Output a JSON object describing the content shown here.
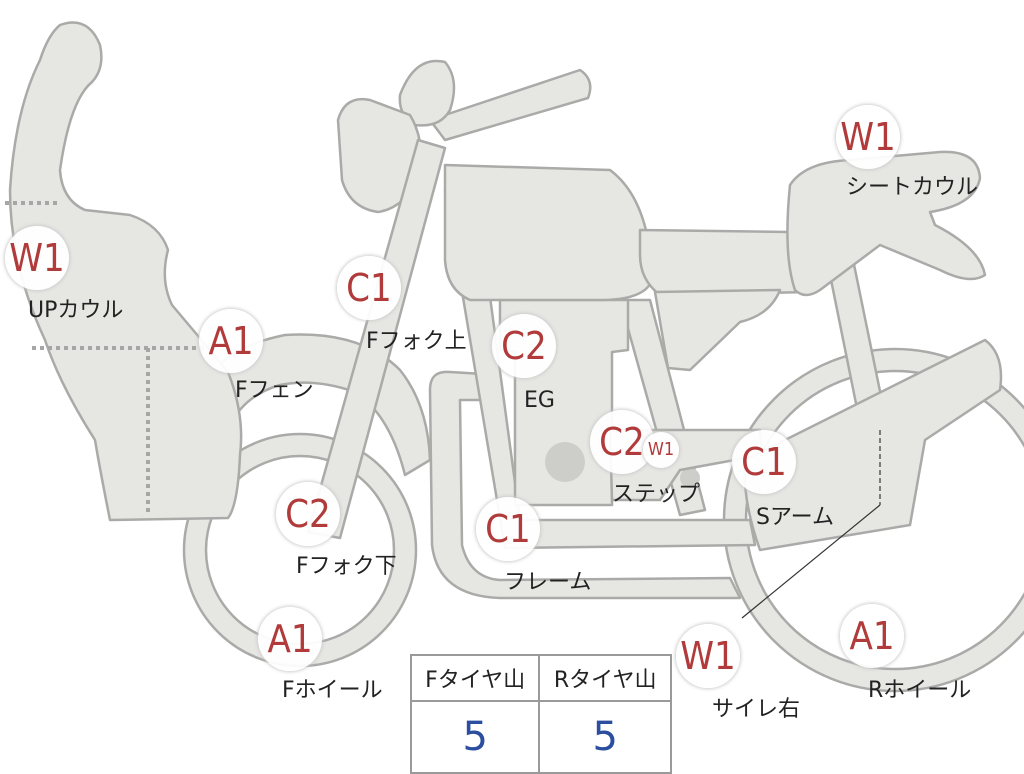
{
  "parts": [
    {
      "key": "up_cowl",
      "grade": "W1",
      "label": "UPカウル"
    },
    {
      "key": "f_fender",
      "grade": "A1",
      "label": "Fフェン"
    },
    {
      "key": "f_fork_upper",
      "grade": "C1",
      "label": "Fフォク上"
    },
    {
      "key": "f_fork_lower",
      "grade": "C2",
      "label": "Fフォク下"
    },
    {
      "key": "f_wheel",
      "grade": "A1",
      "label": "Fホイール"
    },
    {
      "key": "engine",
      "grade": "C2",
      "label": "EG"
    },
    {
      "key": "frame",
      "grade": "C1",
      "label": "フレーム"
    },
    {
      "key": "step",
      "grade": "C2",
      "grade2": "W1",
      "label": "ステップ"
    },
    {
      "key": "swing_arm",
      "grade": "C1",
      "label": "Sアーム"
    },
    {
      "key": "seat_cowl",
      "grade": "W1",
      "label": "シートカウル"
    },
    {
      "key": "muffler_right",
      "grade": "W1",
      "label": "サイレ右"
    },
    {
      "key": "r_wheel",
      "grade": "A1",
      "label": "Rホイール"
    }
  ],
  "tire_table": {
    "headers": [
      "Fタイヤ山",
      "Rタイヤ山"
    ],
    "values": [
      "5",
      "5"
    ]
  },
  "colors": {
    "grade_text": "#b13a3a",
    "tire_value": "#2c4ea0",
    "part_fill": "#e6e6e3",
    "part_stroke": "#aaaaa8"
  }
}
